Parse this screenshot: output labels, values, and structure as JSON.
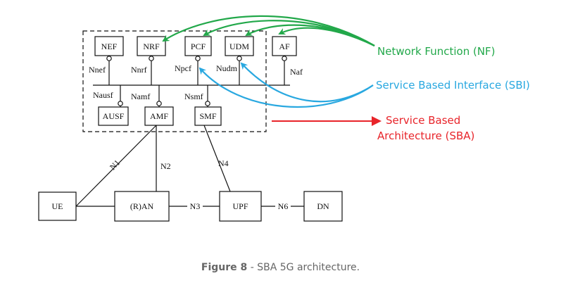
{
  "diagram": {
    "network_functions": {
      "nef": "NEF",
      "nrf": "NRF",
      "pcf": "PCF",
      "udm": "UDM",
      "af": "AF",
      "ausf": "AUSF",
      "amf": "AMF",
      "smf": "SMF"
    },
    "service_interfaces": {
      "nnef": "Nnef",
      "nnrf": "Nnrf",
      "npcf": "Npcf",
      "nudm": "Nudm",
      "naf": "Naf",
      "nausf": "Nausf",
      "namf": "Namf",
      "nsmf": "Nsmf"
    },
    "nodes": {
      "ue": "UE",
      "ran": "(R)AN",
      "upf": "UPF",
      "dn": "DN"
    },
    "reference_points": {
      "n1": "N1",
      "n2": "N2",
      "n3": "N3",
      "n4": "N4",
      "n6": "N6"
    },
    "annotations": {
      "nf": {
        "label": "Network Function (NF)",
        "color": "#22a84a"
      },
      "sbi": {
        "label": "Service Based Interface (SBI)",
        "color": "#29a8e0"
      },
      "sba": {
        "line1": "Service Based",
        "line2": "Architecture (SBA)",
        "color": "#e8242a"
      }
    }
  },
  "caption": {
    "bold": "Figure 8",
    "rest": " - SBA 5G architecture."
  }
}
